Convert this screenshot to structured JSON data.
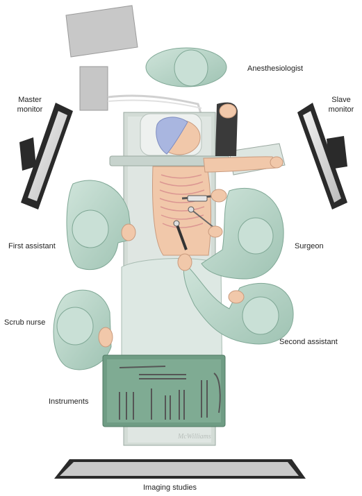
{
  "labels": {
    "anesthesiologist": "Anesthesiologist",
    "master_monitor_1": "Master",
    "master_monitor_2": "monitor",
    "slave_monitor_1": "Slave",
    "slave_monitor_2": "monitor",
    "first_assistant": "First assistant",
    "surgeon": "Surgeon",
    "scrub_nurse": "Scrub nurse",
    "second_assistant": "Second assistant",
    "instruments": "Instruments",
    "imaging_studies": "Imaging studies"
  },
  "signature": "McWilliams",
  "colors": {
    "gown": "#b9d6c9",
    "gown_dark": "#7fa795",
    "table": "#d3dcd6",
    "drape": "#dbe6e1",
    "skin": "#f1c8aa",
    "cap": "#a9b6e0",
    "tray": "#6f9c84",
    "monitor_frame": "#2a2a2a",
    "monitor_screen": "#d9d9d9",
    "equipment": "#c3c3c3"
  }
}
